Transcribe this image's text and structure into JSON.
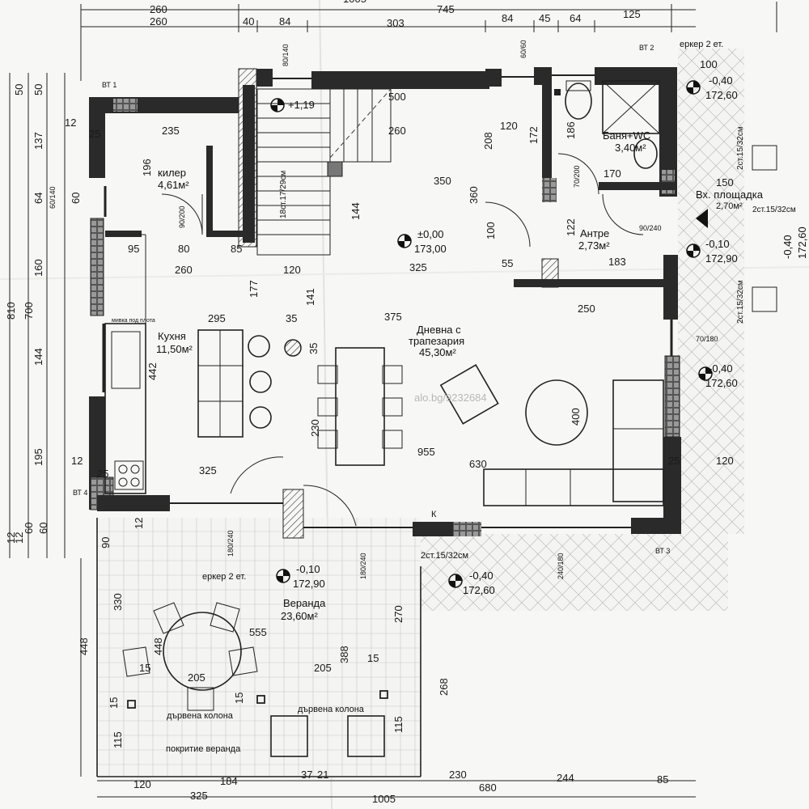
{
  "rooms": {
    "kiler": {
      "name": "килер",
      "area": "4,61м²"
    },
    "kuhnya": {
      "name": "Кухня",
      "area": "11,50м²"
    },
    "dnevna": {
      "name": "Дневна с",
      "name2": "трапезария",
      "area": "45,30м²"
    },
    "banya": {
      "name": "Баня+WC",
      "area": "3,40м²"
    },
    "antre": {
      "name": "Антре",
      "area": "2,73м²"
    },
    "vh": {
      "name": "Вх. площадка",
      "area": "2,70м²"
    },
    "veranda": {
      "name": "Веранда",
      "area": "23,60м²"
    }
  },
  "levels": {
    "main": {
      "top": "±0,00",
      "bottom": "173,00"
    },
    "stair": "+1,19",
    "l1": {
      "top": "-0,40",
      "bottom": "172,60"
    },
    "l2": {
      "top": "-0,10",
      "bottom": "172,90"
    },
    "l3": {
      "top": "-0,40",
      "bottom": "172,60"
    },
    "l4": {
      "top": "-0,10",
      "bottom": "172,90"
    },
    "l5": {
      "top": "-0,40",
      "bottom": "172,60"
    },
    "l6": {
      "top": "-0,40",
      "bottom": "172,60"
    }
  },
  "labels": {
    "erker1": "еркер 2 ет.",
    "erker2": "еркер 2 ет.",
    "sink": "мивка под плота",
    "col1": "дървена колона",
    "col2": "дървена колона",
    "cover": "покритие веранда",
    "stair_label": "18ст.17/29см",
    "steps1": "2ст.15/32см",
    "steps2": "2ст.15/32см",
    "steps3": "2ст.15/32см",
    "steps4": "2ст.15/32см",
    "bt1": "ВТ 1",
    "bt2": "ВТ 2",
    "bt3": "ВТ 3",
    "bt4": "ВТ 4",
    "watermark": "alo.bg/9232684",
    "k": "К"
  },
  "dims_top": [
    "260",
    "260",
    "40",
    "84",
    "745",
    "303",
    "84",
    "45",
    "64",
    "125",
    "1005"
  ],
  "dims_bottom": [
    "120",
    "325",
    "184",
    "37",
    "21",
    "230",
    "244",
    "85",
    "1005",
    "680"
  ],
  "dims_left": [
    "12",
    "50",
    "50",
    "137",
    "810",
    "700",
    "160",
    "144",
    "195",
    "60",
    "60",
    "12",
    "448",
    "448",
    "330",
    "64",
    "60"
  ],
  "dims_inner": [
    "235",
    "196",
    "80",
    "85",
    "95",
    "260",
    "120",
    "350",
    "325",
    "295",
    "375",
    "442",
    "177",
    "141",
    "35",
    "35",
    "230",
    "955",
    "630",
    "325",
    "400",
    "250",
    "183",
    "170",
    "186",
    "208",
    "172",
    "360",
    "144",
    "100",
    "122",
    "55",
    "555",
    "205",
    "388",
    "270",
    "205",
    "268",
    "15",
    "15",
    "15",
    "15",
    "115",
    "115",
    "90",
    "120",
    "100",
    "150",
    "120",
    "25",
    "25",
    "25",
    "12",
    "12",
    "12",
    "500",
    "260"
  ],
  "openings": [
    "80/140",
    "60/140",
    "90/200",
    "70/200",
    "90/240",
    "180/240",
    "180/240",
    "240/180",
    "70/180",
    "60/60"
  ]
}
